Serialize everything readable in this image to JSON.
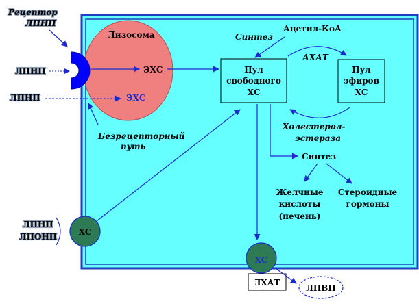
{
  "labels": {
    "receptor_line1": "Рецептор",
    "receptor_line2": "ЛПНП",
    "lysosome": "Лизосома",
    "ldl_receptor_in": "ЛПНП",
    "ldl_receptor_free": "ЛПНП",
    "che_top": "ЭХС",
    "che_bottom": "ЭХС",
    "nonreceptor_line1": "Безрецепторный",
    "nonreceptor_line2": "путь",
    "synthesis_top": "Синтез",
    "acetyl_coa": "Ацетил-КоА",
    "acat": "АХАТ",
    "pool_free_line1": "Пул",
    "pool_free_line2": "свободного",
    "pool_free_line3": "ХС",
    "pool_esters_line1": "Пул",
    "pool_esters_line2": "эфиров",
    "pool_esters_line3": "ХС",
    "cholesterol_esterase_line1": "Холестерол-",
    "cholesterol_esterase_line2": "эстераза",
    "synthesis_bottom": "Синтез",
    "bile_acids_line1": "Желчные",
    "bile_acids_line2": "кислоты",
    "bile_acids_line3": "(печень)",
    "steroid_hormones_line1": "Стероидные",
    "steroid_hormones_line2": "гормоны",
    "lpnp_left": "ЛПНП",
    "lponp_left": "ЛПОНП",
    "xs_left": "ХС",
    "xs_bottom": "ХС",
    "lcat": "ЛХАТ",
    "lpvp": "ЛПВП"
  },
  "colors": {
    "cell_fill": "#66ffff",
    "border_blue": "#1f3fbf",
    "lysosome_fill": "#f08080",
    "receptor_blue": "#0000ff",
    "xs_circle": "#2e7a55",
    "arrow_blue": "#1a2bd0"
  }
}
